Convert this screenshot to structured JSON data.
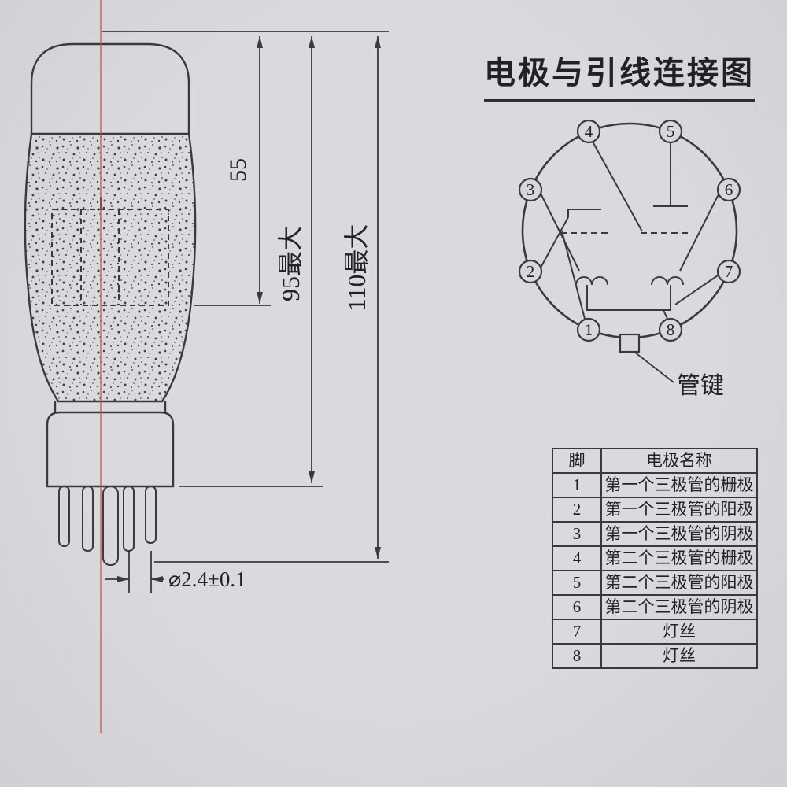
{
  "page": {
    "background_color": "#d8d8dc",
    "line_color": "#3a3a3e",
    "centerline_color": "#c34a46"
  },
  "title": {
    "text": "电极与引线连接图"
  },
  "tube_drawing": {
    "dim_55": "55",
    "dim_95": "95最大",
    "dim_110": "110最大",
    "dim_pin_diameter": "⌀2.4±0.1"
  },
  "pinout": {
    "pins": [
      "1",
      "2",
      "3",
      "4",
      "5",
      "6",
      "7",
      "8"
    ],
    "key_label": "管键"
  },
  "pin_table": {
    "headers": [
      "脚",
      "电极名称"
    ],
    "rows": [
      {
        "pin": "1",
        "name": "第一个三极管的栅极"
      },
      {
        "pin": "2",
        "name": "第一个三极管的阳极"
      },
      {
        "pin": "3",
        "name": "第一个三极管的阴极"
      },
      {
        "pin": "4",
        "name": "第二个三极管的栅极"
      },
      {
        "pin": "5",
        "name": "第二个三极管的阳极"
      },
      {
        "pin": "6",
        "name": "第二个三极管的阴极"
      },
      {
        "pin": "7",
        "name": "灯丝"
      },
      {
        "pin": "8",
        "name": "灯丝"
      }
    ]
  }
}
